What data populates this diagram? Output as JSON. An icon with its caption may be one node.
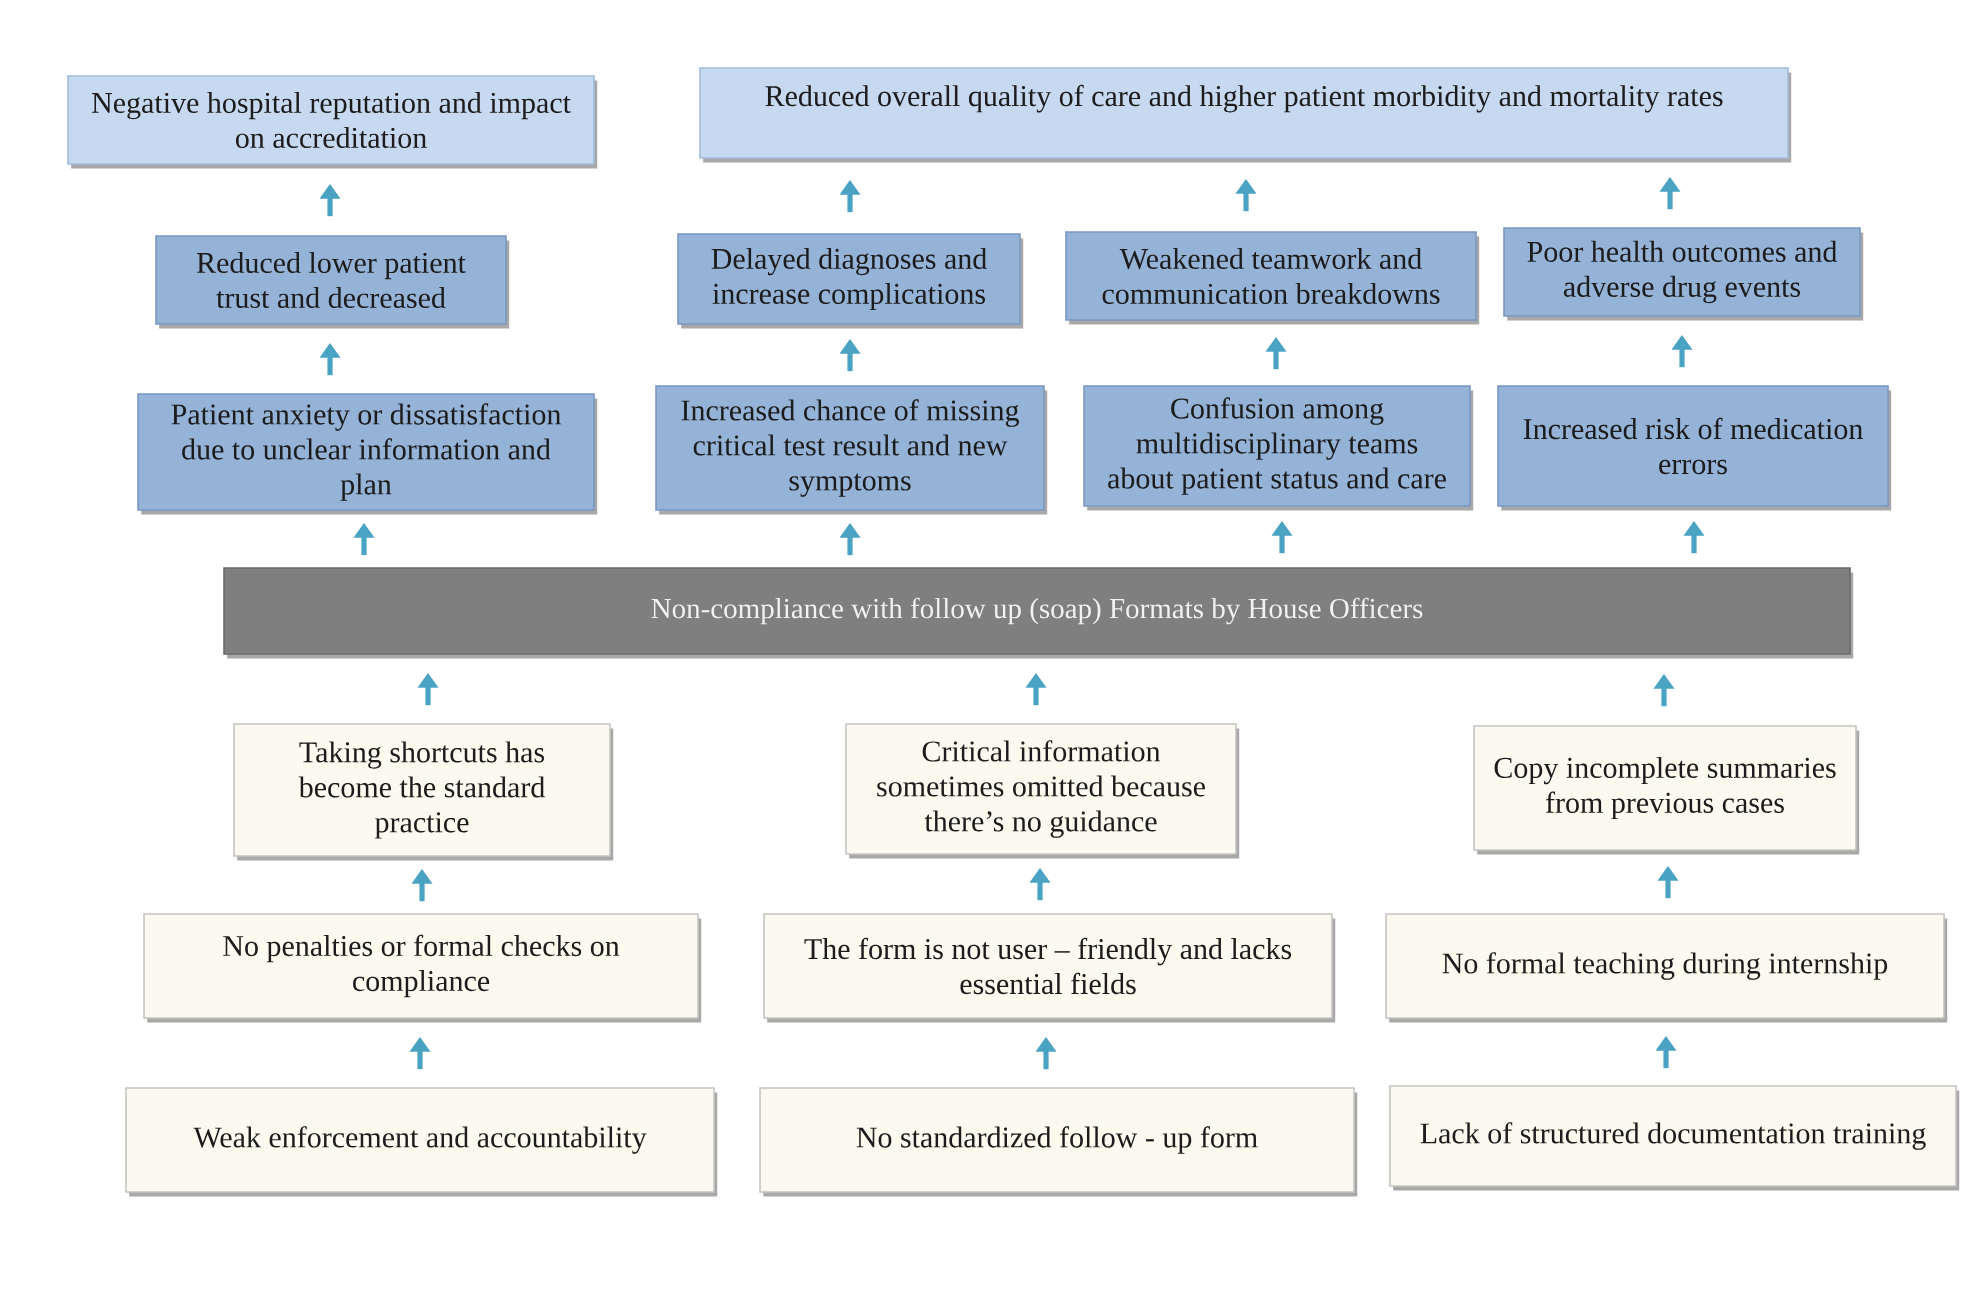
{
  "diagram": {
    "nodes": [
      {
        "text": [
          "Negative hospital reputation and impact on accreditation"
        ]
      },
      {
        "text": [
          "Reduced overall quality of care and higher patient morbidity and mortality rates"
        ]
      },
      {
        "text": [
          "Reduced lower patient trust and decreased"
        ]
      },
      {
        "text": [
          "Delayed diagnoses and increase complications"
        ]
      },
      {
        "text": [
          "Weakened teamwork and communication breakdowns"
        ]
      },
      {
        "text": [
          "Poor health outcomes and adverse drug events"
        ]
      },
      {
        "text": [
          "Patient anxiety or dissatisfaction due to unclear information and plan"
        ]
      },
      {
        "text": [
          "Increased chance of missing critical test result and new symptoms"
        ]
      },
      {
        "text": [
          "Confusion among multidisciplinary teams about patient status and care"
        ]
      },
      {
        "text": [
          "Increased risk of medication errors"
        ]
      },
      {
        "text": [
          "Non-compliance with follow up (soap) Formats by House Officers"
        ]
      },
      {
        "text": [
          "Taking shortcuts has become the standard practice"
        ]
      },
      {
        "text": [
          "Critical information sometimes omitted because there’s no guidance"
        ]
      },
      {
        "text": [
          "Copy incomplete summaries from previous cases"
        ]
      },
      {
        "text": [
          "No penalties or formal checks on compliance"
        ]
      },
      {
        "text": [
          "The form is not user – friendly and lacks essential fields"
        ]
      },
      {
        "text": [
          "No formal teaching during internship"
        ]
      },
      {
        "text": [
          "Weak enforcement and accountability"
        ]
      },
      {
        "text": [
          "No standardized follow - up form"
        ]
      },
      {
        "text": [
          "Lack of structured documentation training"
        ]
      }
    ],
    "edges": [
      {
        "from": 2,
        "to": 0,
        "arrow": "to"
      },
      {
        "from": 3,
        "to": 1,
        "arrow": "to"
      },
      {
        "from": 4,
        "to": 1,
        "arrow": "to"
      },
      {
        "from": 5,
        "to": 1,
        "arrow": "to"
      },
      {
        "from": 6,
        "to": 2,
        "arrow": "to"
      },
      {
        "from": 7,
        "to": 3,
        "arrow": "to"
      },
      {
        "from": 8,
        "to": 4,
        "arrow": "to"
      },
      {
        "from": 9,
        "to": 5,
        "arrow": "to"
      },
      {
        "from": 10,
        "to": 6,
        "arrow": "to"
      },
      {
        "from": 10,
        "to": 7,
        "arrow": "to"
      },
      {
        "from": 10,
        "to": 8,
        "arrow": "to"
      },
      {
        "from": 10,
        "to": 9,
        "arrow": "to"
      },
      {
        "from": 11,
        "to": 10,
        "arrow": "to"
      },
      {
        "from": 12,
        "to": 10,
        "arrow": "to"
      },
      {
        "from": 13,
        "to": 10,
        "arrow": "to"
      },
      {
        "from": 14,
        "to": 11,
        "arrow": "to"
      },
      {
        "from": 15,
        "to": 12,
        "arrow": "to"
      },
      {
        "from": 16,
        "to": 13,
        "arrow": "to"
      },
      {
        "from": 17,
        "to": 14,
        "arrow": "to"
      },
      {
        "from": 18,
        "to": 15,
        "arrow": "to"
      },
      {
        "from": 19,
        "to": 16,
        "arrow": "to"
      }
    ]
  }
}
